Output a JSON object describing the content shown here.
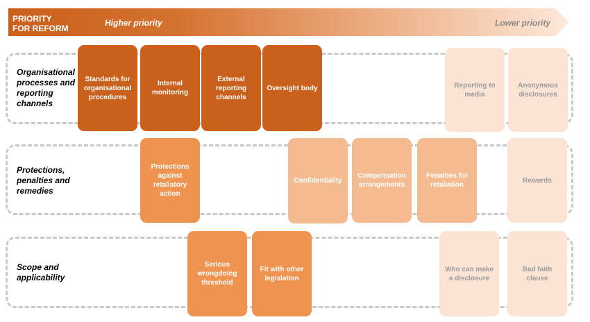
{
  "header": {
    "title_line1": "PRIORITY",
    "title_line2": "FOR REFORM",
    "higher": "Higher priority",
    "lower": "Lower priority"
  },
  "rows": [
    {
      "label": [
        "Organisational",
        "processes and",
        "reporting",
        "channels"
      ],
      "items": [
        {
          "text": "Standards for organisational procedures",
          "priority": "highest"
        },
        {
          "text": "Internal monitoring",
          "priority": "highest"
        },
        {
          "text": "External reporting channels",
          "priority": "highest"
        },
        {
          "text": "Oversight body",
          "priority": "highest"
        },
        {
          "text": "Reporting to media",
          "priority": "lowest"
        },
        {
          "text": "Anonymous disclosures",
          "priority": "lowest"
        }
      ]
    },
    {
      "label": [
        "Protections,",
        "penalties and",
        "remedies"
      ],
      "items": [
        {
          "text": "Protections against retaliatory action",
          "priority": "high"
        },
        {
          "text": "Confidentiality",
          "priority": "medium"
        },
        {
          "text": "Compensation arrangements",
          "priority": "medium"
        },
        {
          "text": "Penalties for retaliation",
          "priority": "medium"
        },
        {
          "text": "Rewards",
          "priority": "lowest"
        }
      ]
    },
    {
      "label": [
        "Scope and",
        "applicability"
      ],
      "items": [
        {
          "text": "Serious wrongdoing threshold",
          "priority": "high"
        },
        {
          "text": "Fit with other legislation",
          "priority": "high"
        },
        {
          "text": "Who can make a disclosure",
          "priority": "lowest"
        },
        {
          "text": "Bad faith clause",
          "priority": "lowest"
        }
      ]
    }
  ],
  "colors": {
    "highest": "#c9601b",
    "high": "#ee9350",
    "medium": "#f4bb90",
    "lowest": "#fbe4d3",
    "band_border": "#c8c8c8"
  }
}
